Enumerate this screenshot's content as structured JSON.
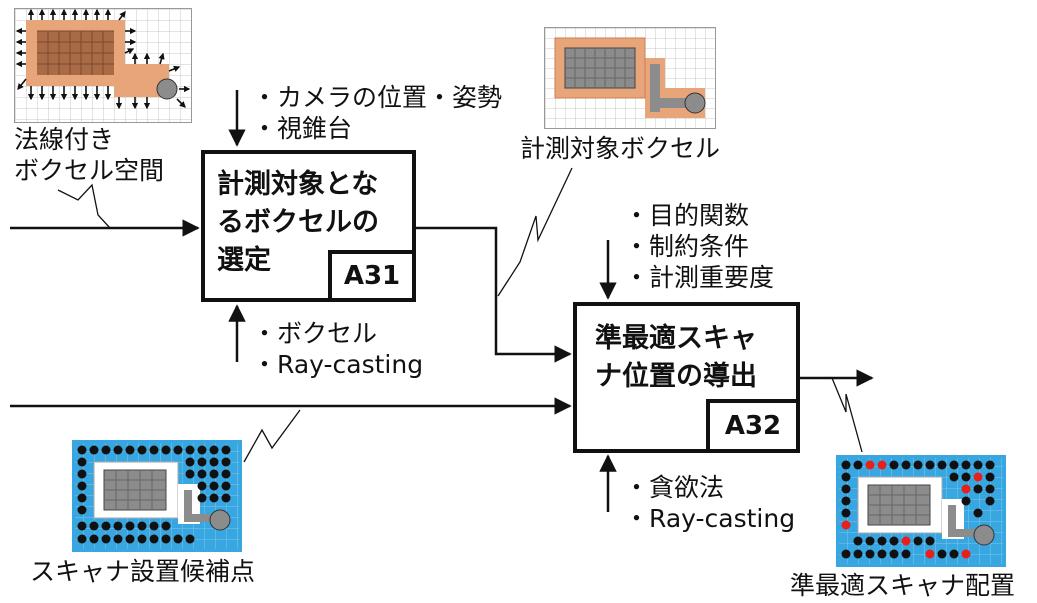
{
  "boxes": {
    "a31": {
      "title_lines": [
        "計測対象とな",
        "るボクセルの",
        "選定"
      ],
      "code": "A31"
    },
    "a32": {
      "title_lines": [
        "準最適スキャ",
        "ナ位置の導出"
      ],
      "code": "A32"
    }
  },
  "a31_controls": [
    "・カメラの位置・姿勢",
    "・視錐台"
  ],
  "a31_mechanisms": [
    "・ボクセル",
    "・Ray-casting"
  ],
  "a32_controls": [
    "・目的関数",
    "・制約条件",
    "・計測重要度"
  ],
  "a32_mechanisms": [
    "・貪欲法",
    "・Ray-casting"
  ],
  "inputs": {
    "voxel_space": [
      "法線付き",
      "ボクセル空間"
    ],
    "scanner_candidates": "スキャナ設置候補点"
  },
  "intermediate": {
    "target_voxels": "計測対象ボクセル"
  },
  "outputs": {
    "scanner_layout": "準最適スキャナ配置"
  },
  "colors": {
    "line": "#111111",
    "voxel_fill": "#e8a57a",
    "object_fill": "#8c8c8c",
    "candidate_dot": "#111111",
    "selected_dot": "#e8201a",
    "image_border_blue": "#38a6e0",
    "grid": "#c8c8c8"
  }
}
